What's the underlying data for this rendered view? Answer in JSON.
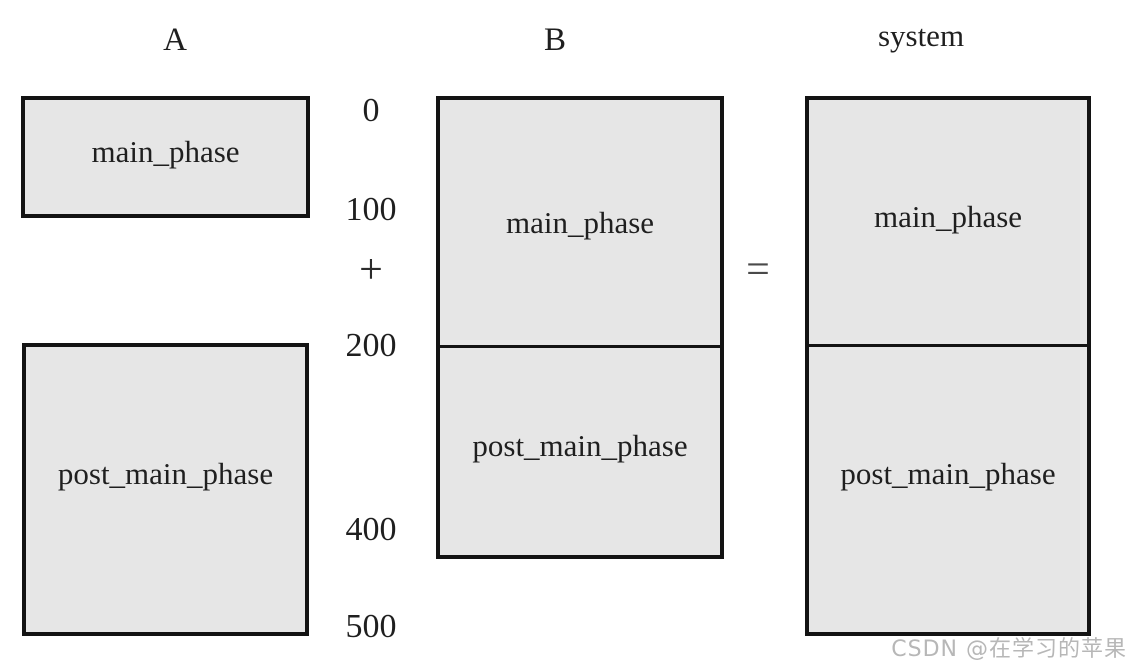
{
  "columns": {
    "a": {
      "header": "A",
      "top_box_label": "main_phase",
      "bottom_box_label": "post_main_phase"
    },
    "b": {
      "header": "B",
      "top_section_label": "main_phase",
      "bottom_section_label": "post_main_phase"
    },
    "system": {
      "header": "system",
      "top_section_label": "main_phase",
      "bottom_section_label": "post_main_phase"
    }
  },
  "axis": {
    "ticks": [
      {
        "label": "0"
      },
      {
        "label": "100"
      },
      {
        "label": "200"
      },
      {
        "label": "400"
      },
      {
        "label": "500"
      }
    ]
  },
  "operators": {
    "plus": "+",
    "equals": "="
  },
  "watermark": {
    "text": "CSDN @在学习的苹果"
  },
  "colors": {
    "box_fill": "#e6e6e6",
    "box_border": "#131313",
    "page_background": "#ffffff",
    "text": "#1f1f1f",
    "watermark": "#b7b7b7",
    "equals": "#4a4a4a"
  }
}
